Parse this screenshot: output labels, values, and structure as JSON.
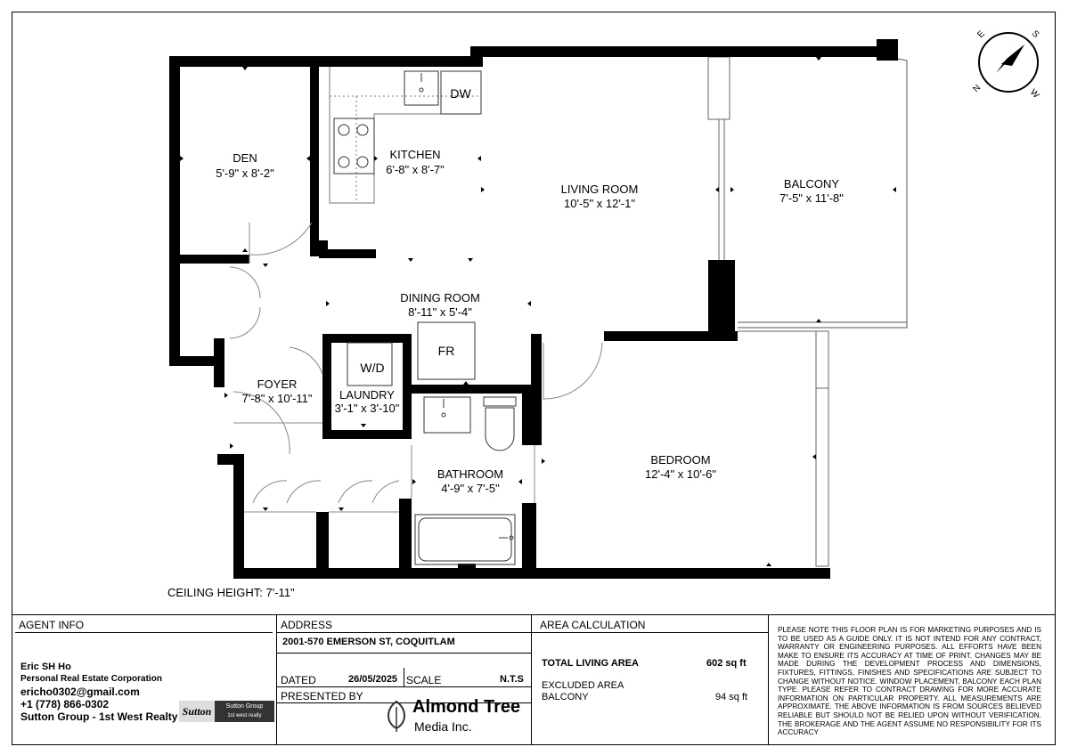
{
  "floorplan": {
    "rooms": [
      {
        "name": "DEN",
        "size": "5'-9\" x 8'-2\""
      },
      {
        "name": "KITCHEN",
        "size": "6'-8\" x 8'-7\""
      },
      {
        "name": "LIVING ROOM",
        "size": "10'-5\" x 12'-1\""
      },
      {
        "name": "BALCONY",
        "size": "7'-5\" x 11'-8\""
      },
      {
        "name": "DINING ROOM",
        "size": "8'-11\" x 5'-4\""
      },
      {
        "name": "FOYER",
        "size": "7'-8\" x 10'-11\""
      },
      {
        "name": "LAUNDRY",
        "size": "3'-1\" x 3'-10\""
      },
      {
        "name": "BATHROOM",
        "size": "4'-9\" x 7'-5\""
      },
      {
        "name": "BEDROOM",
        "size": "12'-4\" x 10'-6\""
      }
    ],
    "fixtures": {
      "dw": "DW",
      "fr": "FR",
      "wd": "W/D"
    },
    "compass": {
      "n": "N",
      "e": "E",
      "s": "S",
      "w": "W"
    },
    "ceiling_height": "CEILING HEIGHT: 7'-11\""
  },
  "agent": {
    "header": "AGENT INFO",
    "name": "Eric SH Ho",
    "corporation": "Personal Real Estate Corporation",
    "email": "ericho0302@gmail.com",
    "phone": "+1 (778) 866-0302",
    "brokerage": "Sutton Group - 1st West Realty",
    "logo_text": "Sutton",
    "logo_sub1": "Sutton Group",
    "logo_sub2": "1st west realty"
  },
  "address": {
    "header": "ADDRESS",
    "value": "2001-570 EMERSON ST, COQUITLAM",
    "dated_label": "DATED",
    "dated_value": "26/05/2025",
    "scale_label": "SCALE",
    "scale_value": "N.T.S",
    "presented_label": "PRESENTED BY",
    "presenter_name": "Almond Tree",
    "presenter_sub": "Media Inc."
  },
  "area": {
    "header": "AREA CALCULATION",
    "total_label": "TOTAL LIVING AREA",
    "total_value": "602 sq ft",
    "excluded_label": "EXCLUDED AREA",
    "balcony_label": "BALCONY",
    "balcony_value": "94 sq ft"
  },
  "disclaimer": "PLEASE NOTE THIS FLOOR PLAN IS FOR MARKETING PURPOSES AND IS TO BE USED AS A GUIDE ONLY. IT IS NOT INTEND FOR ANY CONTRACT, WARRANTY OR ENGINEERING PURPOSES. ALL EFFORTS HAVE BEEN MAKE TO ENSURE ITS ACCURACY AT TIME OF PRINT. CHANGES MAY BE MADE DURING THE DEVELOPMENT PROCESS AND DIMENSIONS, FIXTURES, FITTINGS, FINISHES AND SPECIFICATIONS ARE SUBJECT TO CHANGE WITHOUT NOTICE. WINDOW PLACEMENT, BALCONY EACH PLAN TYPE. PLEASE REFER TO CONTRACT DRAWING FOR MORE ACCURATE INFORMATION ON PARTICULAR PROPERTY. ALL MEASUREMENTS ARE APPROXIMATE. THE ABOVE INFORMATION IS FROM SOURCES BELIEVED RELIABLE BUT SHOULD NOT BE RELIED UPON WITHOUT VERIFICATION. THE BROKERAGE AND THE AGENT ASSUME NO RESPONSIBILITY FOR ITS ACCURACY"
}
